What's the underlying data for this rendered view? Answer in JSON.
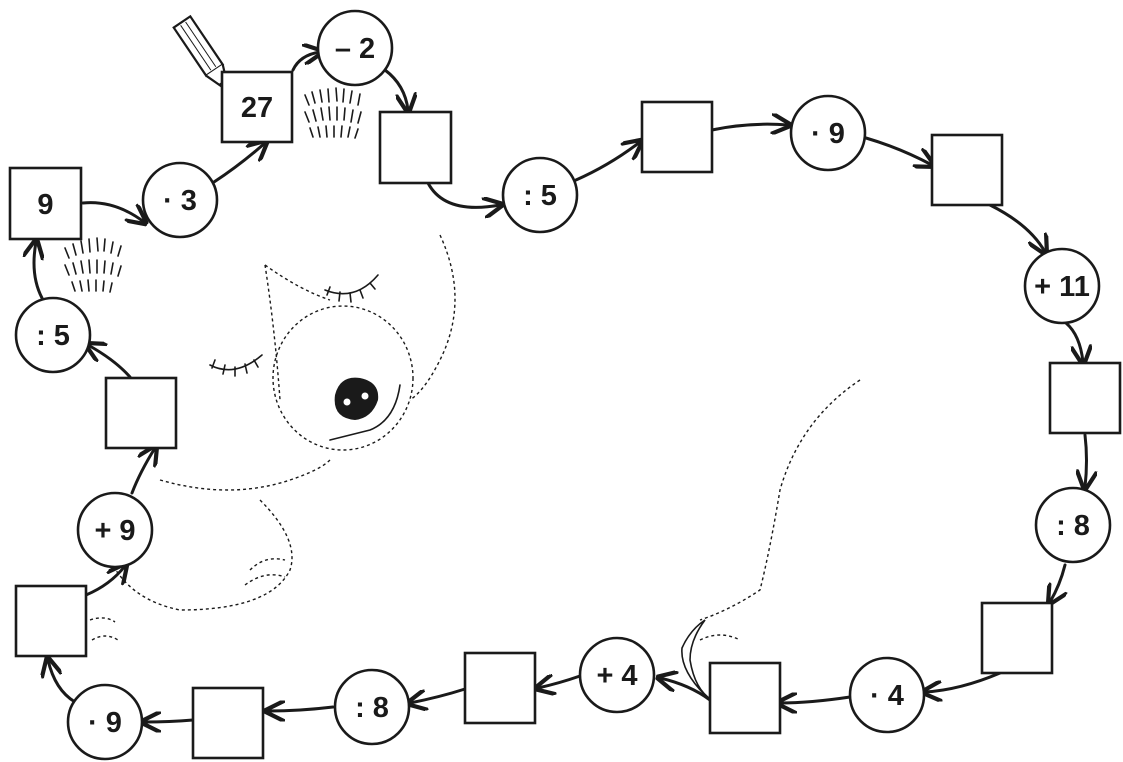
{
  "puzzle": {
    "boxes": [
      "9",
      "27",
      "",
      "",
      "",
      "",
      "",
      "",
      "",
      "",
      "",
      "",
      ""
    ],
    "operations": [
      "· 3",
      "– 2",
      ": 5",
      "· 9",
      "+ 11",
      ": 8",
      "· 4",
      "+ 4",
      ": 8",
      "· 9",
      "+ 9",
      ": 5"
    ]
  },
  "icons": {
    "pencil": "pencil-icon",
    "animal": "sleeping-dog-drawing",
    "fur": "fur-patch"
  },
  "colors": {
    "ink": "#1a1a1a",
    "paper": "#ffffff"
  }
}
